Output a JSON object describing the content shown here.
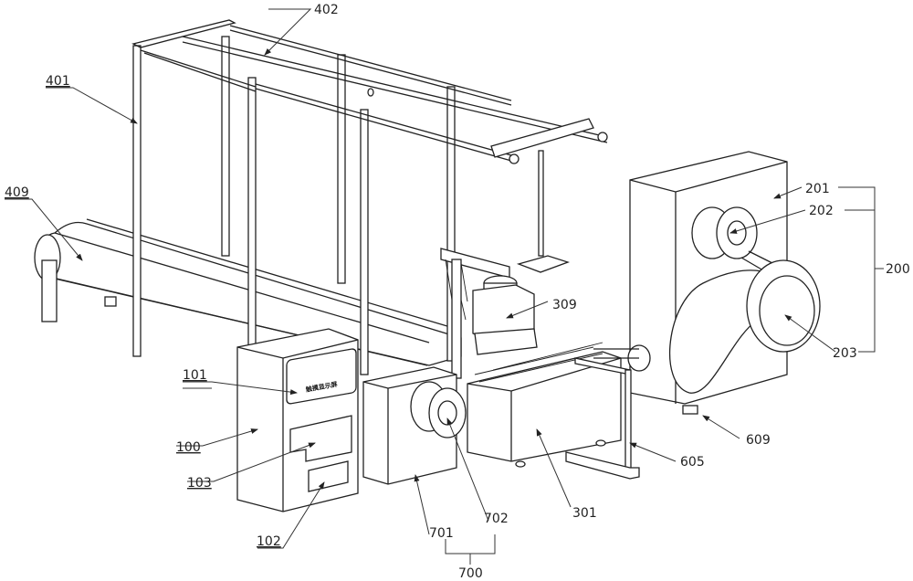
{
  "figure": {
    "type": "patent-isometric-drawing",
    "panel_text": "触摸显示屏",
    "labels": {
      "l100": "100",
      "l101": "101",
      "l102": "102",
      "l103": "103",
      "l200": "200",
      "l201": "201",
      "l202": "202",
      "l203": "203",
      "l301": "301",
      "l309": "309",
      "l401": "401",
      "l402": "402",
      "l409": "409",
      "l605": "605",
      "l609": "609",
      "l700": "700",
      "l701": "701",
      "l702": "702"
    }
  }
}
